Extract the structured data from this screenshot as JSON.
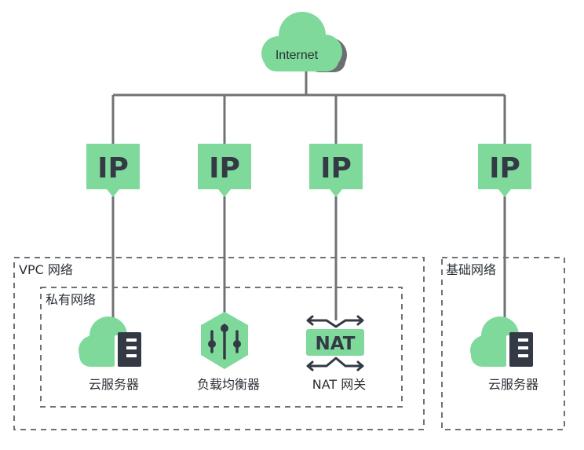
{
  "internet": {
    "label": "Internet"
  },
  "ip_label": "IP",
  "zones": {
    "vpc": "VPC 网络",
    "private": "私有网络",
    "basic": "基础网络"
  },
  "services": {
    "cloud_server_private": "云服务器",
    "load_balancer": "负载均衡器",
    "nat_gateway": "NAT 网关",
    "nat_icon_text": "NAT",
    "cloud_server_basic": "云服务器"
  },
  "colors": {
    "green": "#7fd99b",
    "grey": "#6c6e73",
    "line": "#707275",
    "dark": "#333a45",
    "dash": "#6f7176"
  }
}
